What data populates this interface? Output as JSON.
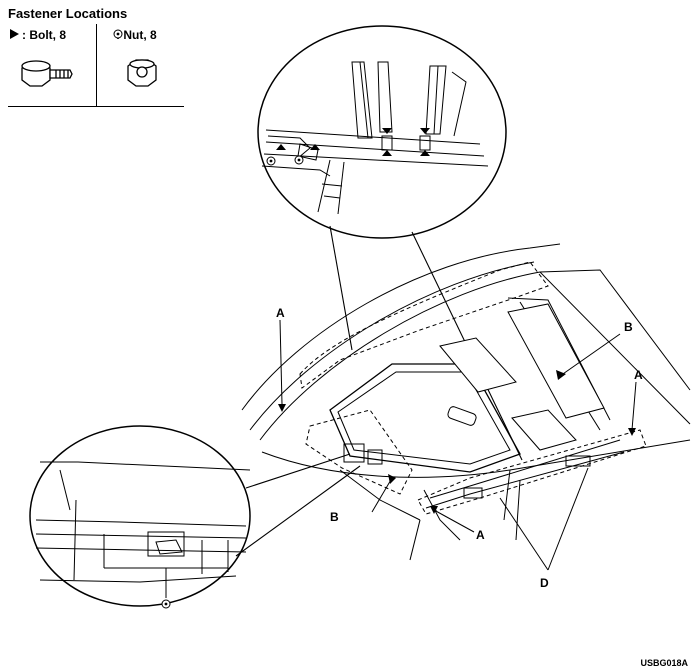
{
  "title": "Fastener Locations",
  "legend": {
    "bolt": ": Bolt, 8",
    "nut": ": Nut, 8"
  },
  "callouts": {
    "a1": "A",
    "a2": "A",
    "a3": "A",
    "b1": "B",
    "b2": "B",
    "d": "D"
  },
  "figure_code": "USBG018A",
  "icons": {
    "bolt": "bolt-arrow-icon",
    "nut": "nut-circle-icon"
  }
}
